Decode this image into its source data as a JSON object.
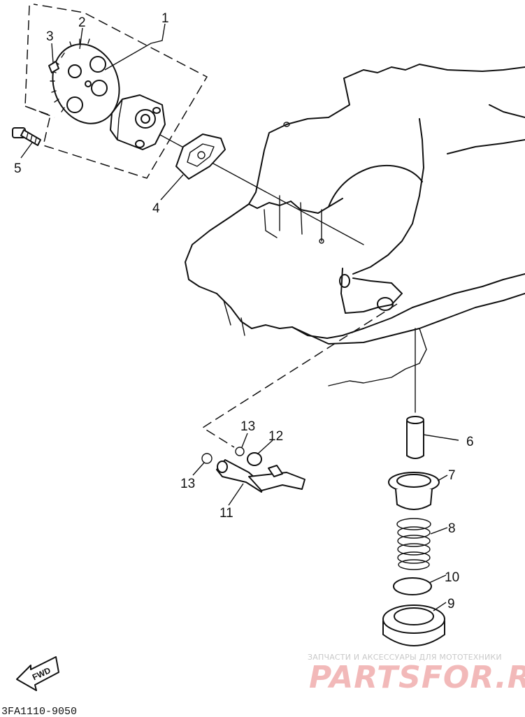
{
  "callouts": [
    {
      "id": "1",
      "label": "1"
    },
    {
      "id": "2",
      "label": "2"
    },
    {
      "id": "3",
      "label": "3"
    },
    {
      "id": "4",
      "label": "4"
    },
    {
      "id": "5",
      "label": "5"
    },
    {
      "id": "6",
      "label": "6"
    },
    {
      "id": "7",
      "label": "7"
    },
    {
      "id": "8",
      "label": "8"
    },
    {
      "id": "9",
      "label": "9"
    },
    {
      "id": "10",
      "label": "10"
    },
    {
      "id": "11",
      "label": "11"
    },
    {
      "id": "12",
      "label": "12"
    },
    {
      "id": "13a",
      "label": "13"
    },
    {
      "id": "13b",
      "label": "13"
    }
  ],
  "fwd_label": "FWD",
  "diagram_code": "3FA1110-9050",
  "watermark": {
    "tagline": "ЗАПЧАСТИ И АКСЕССУАРЫ ДЛЯ МОТОТЕХНИКИ",
    "logo": "PARTSFOR.RU"
  },
  "colors": {
    "line": "#111111",
    "watermark_logo": "#f2b9b9",
    "watermark_text": "#c9c9c9",
    "background": "#ffffff"
  }
}
